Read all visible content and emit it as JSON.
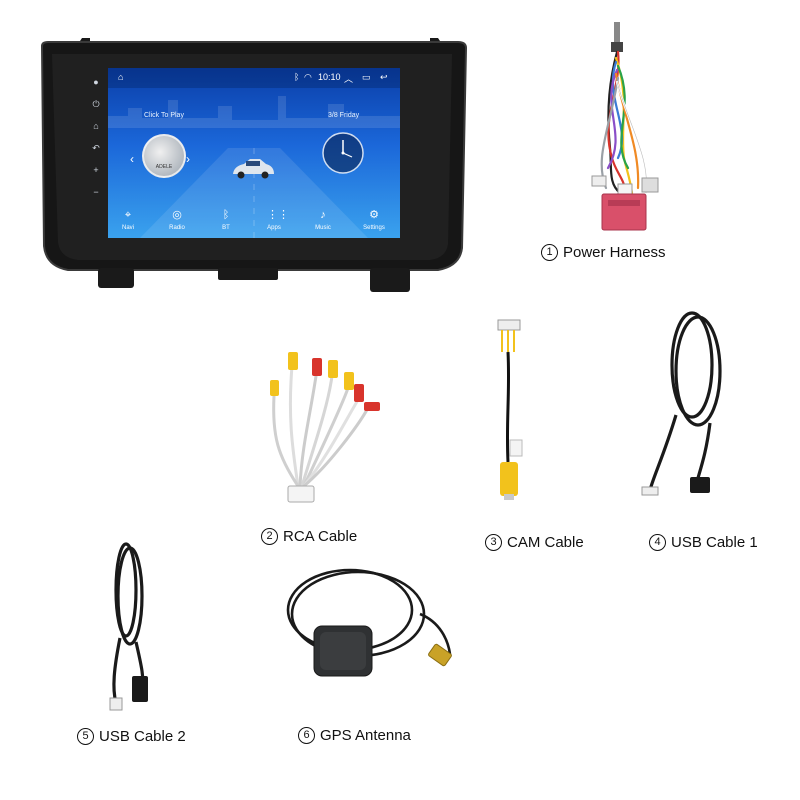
{
  "head_unit": {
    "status_time": "10:10",
    "widget_music_label": "Click To Play",
    "widget_album_text": "ADELE",
    "widget_date": "3/8 Friday",
    "dock": [
      "Navi",
      "Radio",
      "BT",
      "Apps",
      "Music",
      "Settings"
    ]
  },
  "captions": [
    {
      "num": "1",
      "label": "Power Harness"
    },
    {
      "num": "2",
      "label": "RCA Cable"
    },
    {
      "num": "3",
      "label": "CAM Cable"
    },
    {
      "num": "4",
      "label": "USB Cable 1"
    },
    {
      "num": "5",
      "label": "USB Cable 2"
    },
    {
      "num": "6",
      "label": "GPS Antenna"
    }
  ],
  "colors": {
    "screen_top": "#0a3ea8",
    "screen_bottom": "#3aa2ee",
    "rca_red": "#d8342c",
    "rca_yellow": "#f2c21c",
    "harness_plug": "#d9506a"
  }
}
